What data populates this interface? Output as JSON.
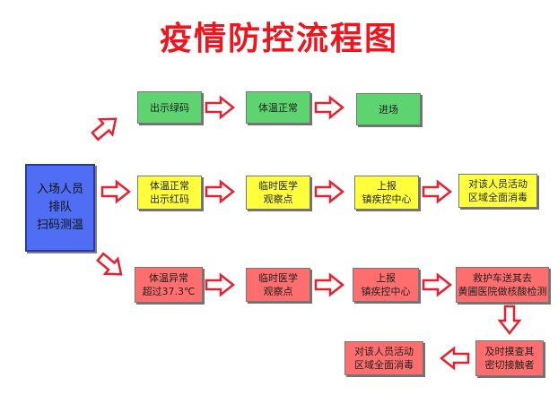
{
  "title": "疫情防控流程图",
  "start": {
    "label": "入场人员\n排队\n扫码测温"
  },
  "branches": {
    "green": {
      "color": "#5ed470",
      "steps": [
        "出示绿码",
        "体温正常",
        "进场"
      ]
    },
    "yellow": {
      "color": "#ffff3c",
      "steps": [
        "体温正常\n出示红码",
        "临时医学\n观察点",
        "上报\n镇疾控中心",
        "对该人员活动\n区域全面消毒"
      ]
    },
    "red": {
      "color": "#ff6e6e",
      "steps": [
        "体温异常\n超过37.3℃",
        "临时医学\n观察点",
        "上报\n镇疾控中心",
        "救护车送其去\n黄圃医院做核酸检测",
        "及时摸查其\n密切接触者",
        "对该人员活动\n区域全面消毒"
      ]
    }
  },
  "colors": {
    "title": "#f0141e",
    "arrow_stroke": "#e82030",
    "arrow_fill": "#ffffff",
    "start": "#4f6ef4"
  }
}
